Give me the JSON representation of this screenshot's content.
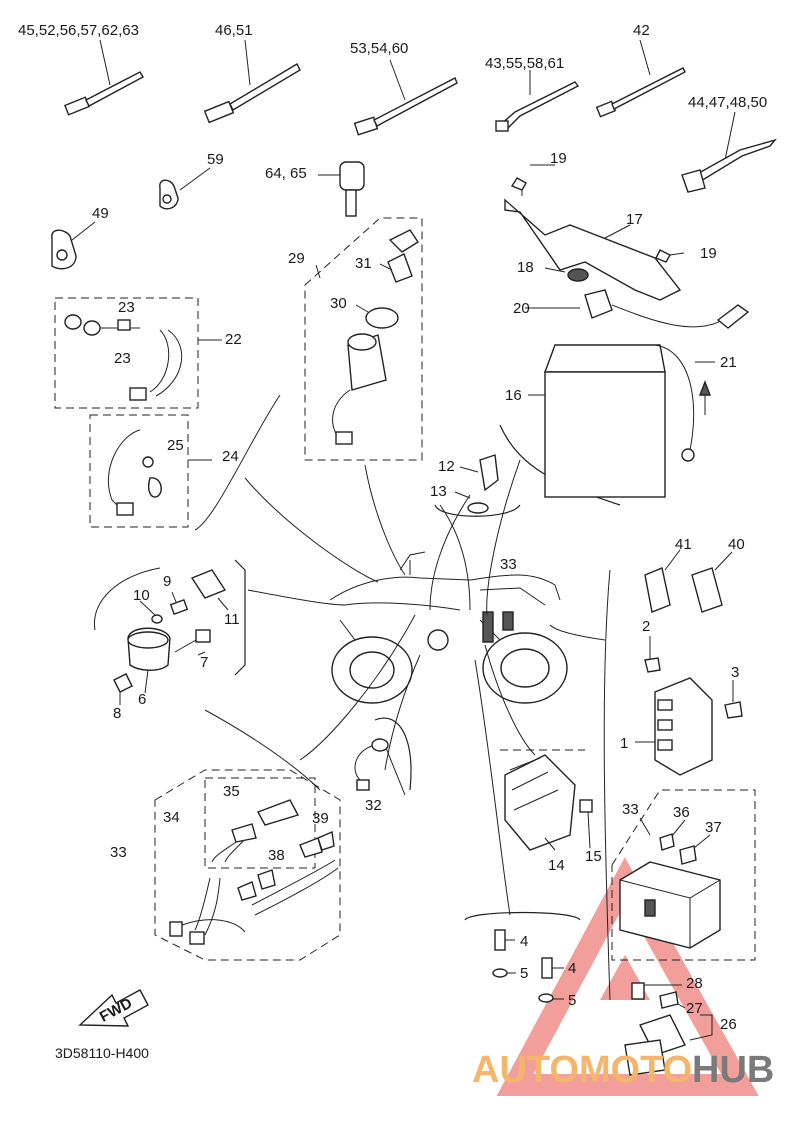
{
  "diagram_code": "3D58110-H400",
  "fwd_label": "FWD",
  "watermark": {
    "left": "AUTOMOTO",
    "right": "HUB",
    "color_accent": "#f5b66b",
    "color_triangle": "#e8504a"
  },
  "callouts": {
    "c45": "45,52,56,57,62,63",
    "c46": "46,51",
    "c53": "53,54,60",
    "c43": "43,55,58,61",
    "c42": "42",
    "c44": "44,47,48,50",
    "c59": "59",
    "c64": "64, 65",
    "c19a": "19",
    "c19b": "19",
    "c49": "49",
    "c17": "17",
    "c18": "18",
    "c29": "29",
    "c31": "31",
    "c30": "30",
    "c20": "20",
    "c23a": "23",
    "c23b": "23",
    "c22": "22",
    "c21": "21",
    "c16": "16",
    "c25": "25",
    "c24": "24",
    "c12": "12",
    "c13": "13",
    "c41": "41",
    "c40": "40",
    "c33a": "33",
    "c9": "9",
    "c10": "10",
    "c11": "11",
    "c2": "2",
    "c3": "3",
    "c7": "7",
    "c6": "6",
    "c8": "8",
    "c1": "1",
    "c32": "32",
    "c35": "35",
    "c34": "34",
    "c39": "39",
    "c33b": "33",
    "c38": "38",
    "c14": "14",
    "c15": "15",
    "c33c": "33",
    "c36": "36",
    "c37": "37",
    "c4a": "4",
    "c5a": "5",
    "c4b": "4",
    "c5b": "5",
    "c28": "28",
    "c27": "27",
    "c26": "26"
  }
}
